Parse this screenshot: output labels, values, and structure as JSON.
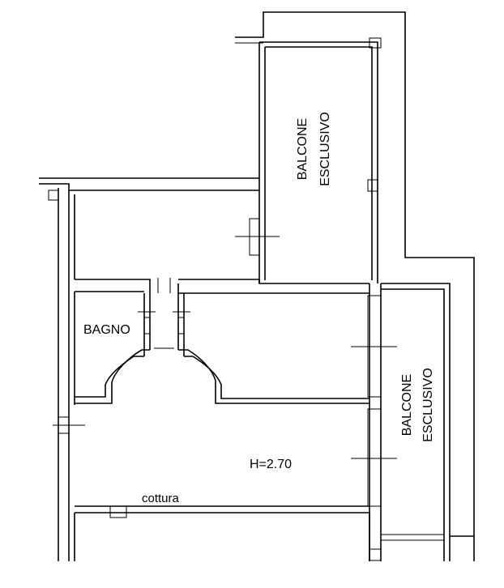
{
  "plan": {
    "rooms": {
      "balcony_top_line1": "BALCONE",
      "balcony_top_line2": "ESCLUSIVO",
      "balcony_right_line1": "BALCONE",
      "balcony_right_line2": "ESCLUSIVO",
      "bathroom": "BAGNO",
      "ceiling_height": "H=2.70",
      "kitchen": "cottura"
    }
  }
}
